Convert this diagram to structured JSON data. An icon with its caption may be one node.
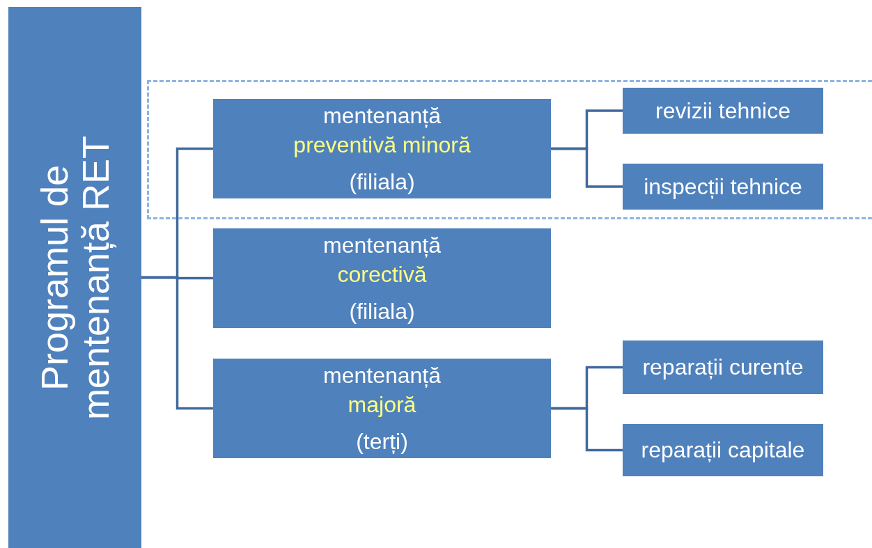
{
  "diagram": {
    "nodes": [
      {
        "text": [
          "Programul de mentenanță RET"
        ]
      },
      {
        "text": [],
        "shape": "box"
      },
      {
        "text": [
          "mentenanță",
          "preventivă minoră",
          "(filiala)"
        ],
        "in": 1
      },
      {
        "text": [
          "revizii tehnice"
        ],
        "in": 1
      },
      {
        "text": [
          "inspecții tehnice"
        ],
        "in": 1
      },
      {
        "text": [
          "mentenanță",
          "corectivă",
          "(filiala)"
        ]
      },
      {
        "text": [
          "mentenanță",
          "majoră",
          "(terți)"
        ]
      },
      {
        "text": [
          "reparații curente"
        ]
      },
      {
        "text": [
          "reparații capitale"
        ]
      }
    ],
    "edges": [
      {
        "from": 0,
        "to": 2,
        "arrow": "none"
      },
      {
        "from": 0,
        "to": 5,
        "arrow": "none"
      },
      {
        "from": 0,
        "to": 6,
        "arrow": "none"
      },
      {
        "from": 2,
        "to": 3,
        "arrow": "none"
      },
      {
        "from": 2,
        "to": 4,
        "arrow": "none"
      },
      {
        "from": 6,
        "to": 7,
        "arrow": "none"
      },
      {
        "from": 6,
        "to": 8,
        "arrow": "none"
      }
    ]
  }
}
